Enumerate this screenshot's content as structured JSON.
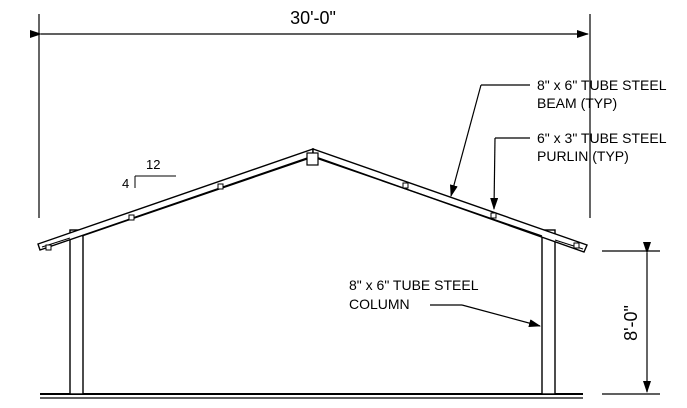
{
  "dimensions": {
    "overall_width": "30'-0\"",
    "eave_height": "8'-0\""
  },
  "slope": {
    "rise": "4",
    "run": "12"
  },
  "notes": {
    "beam": {
      "line1": "8\" x 6\" TUBE STEEL",
      "line2": "BEAM (TYP)"
    },
    "purlin": {
      "line1": "6\" x 3\" TUBE STEEL",
      "line2": "PURLIN (TYP)"
    },
    "column": {
      "line1": "8\" x 6\" TUBE STEEL",
      "line2": "COLUMN"
    }
  }
}
